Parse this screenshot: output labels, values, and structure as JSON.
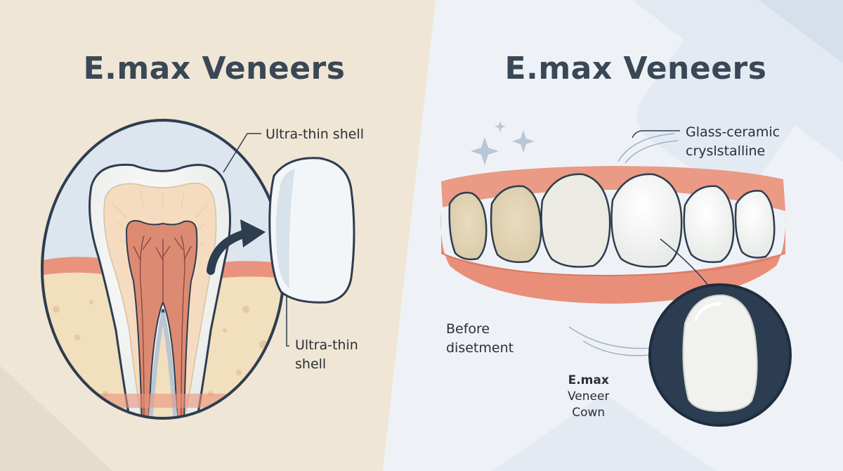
{
  "left_panel": {
    "title": "E.max Veneers",
    "label_top": "Ultra-thin shell",
    "label_bottom": "Ultra-thin\nshell"
  },
  "right_panel": {
    "title": "E.max Veneers",
    "label_material": "Glass-ceramic\ncryslstalline",
    "label_before": "Before\ndisetment",
    "label_crown_line1": "E.max",
    "label_crown_line2": "Veneer",
    "label_crown_line3": "Cown"
  },
  "colors": {
    "left_bg": "#efe6d5",
    "right_bg": "#eef2f7",
    "outline": "#2e3d4f",
    "gum": "#e9937e",
    "tooth": "#f4f5f1",
    "dentin": "#f5dcc0",
    "pulp": "#dd8a73",
    "bone": "#f2dfbd",
    "crown_circle": "#2c3d52"
  }
}
